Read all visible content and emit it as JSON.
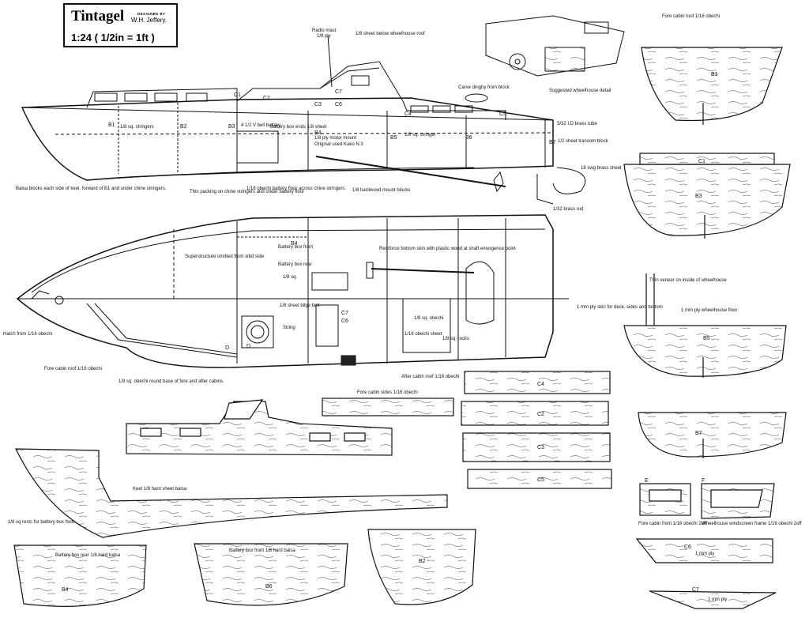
{
  "title_block": {
    "title": "Tintagel",
    "designed_by_label": "DESIGNED BY",
    "designer": "W.H. Jeffery.",
    "scale": "1:24  ( 1/2in = 1ft )"
  },
  "labels": {
    "radio_mast": "Radio mast",
    "radio_mast_ply": "1/8 ply",
    "sheet_below_wheelhouse": "1/8 sheet below wheelhouse roof",
    "carve_dinghy": "Carve dinghy from block",
    "suggested_wheelhouse": "Suggested wheelhouse detail",
    "fore_cabin_roof_top": "Fore cabin roof 1/16 obechi",
    "sq_stringers": "1/8 sq. stringers",
    "battery": "4 1/2 V bell battery.",
    "battery_box_ends": "Battery box ends 1/8 sheet",
    "motor_mount": "1/8 ply motor mount",
    "original_motor": "Original used Kako N.3",
    "sq_stringer": "1/8 sq. stringer",
    "brass_tube": "3/32 I.D brass tube",
    "transom_block": "1/2 sheet transom block",
    "brass_sheet": "18 swg brass sheet",
    "brass_rod": "1/32 brass rod",
    "balsa_blocks": "Balsa blocks each side of keel, forward of B1 and under chine stringers.",
    "packing": "Thin packing on chine stringers and under battery floor",
    "battery_floor": "1/16 obechi battery floor across chine stringers.",
    "hardwood_mount": "1/8 hardwood mount blocks",
    "superstructure": "Superstructure omitted from stbd side",
    "battery_box_front": "Battery box front",
    "battery_box_rear": "Battery box rear",
    "sq": "1/8 sq.",
    "reinforce": "Reinforce bottom skin with plastic wood at shaft emergence point",
    "hatch": "Hatch from 1/16 obechi",
    "sheet_bilge_belt": "1/8 sheet bilge belt",
    "string": "String",
    "sq_obechi": "1/8 sq. obechi",
    "obechi_sheet": "1/16 obechi sheet",
    "sq_rocks": "1/8 sq. rocks",
    "fore_cabin_roof": "Fore cabin roof 1/16 obechi",
    "round_bose": "1/8 sq. obechi round base of fore and after cabins.",
    "after_cabin_roof": "After cabin roof 1/16 obechi",
    "fore_cabin_sides": "Fore cabin sides 1/16 obechi",
    "thin_veneer": "Thin veneer on inside of wheelhouse",
    "ply_skin": "1 mm ply skin for deck, sides and bottom",
    "wheelhouse_floor": "1 mm ply wheelhouse floor",
    "keel": "Keel 1/8 hard sheet balsa",
    "sq_rests": "1/8 sq rests for battery box floor.",
    "bb_rear_bottom": "Battery box rear 1/8 hard balsa",
    "bb_front_bottom": "Battery box front 1/8 hard balsa",
    "fore_cabin_front": "Fore cabin front 1/16 obechi 2off",
    "windscreen": "Wheelhouse windscreen frame 1/16 obechi 2off",
    "ply_1mm": "1 mm ply",
    "ply_1mm_b": "1 mm ply"
  },
  "part_labels": {
    "b1": "B1",
    "c1": "C1",
    "b3": "B3",
    "b5": "B5",
    "b7": "B7",
    "c4": "C4",
    "c2": "C2",
    "c3": "C3",
    "c5": "C5",
    "c6": "C6",
    "c7": "C7",
    "b4": "B4",
    "b6": "B6",
    "b2": "B2",
    "d": "D",
    "e": "E",
    "f": "F",
    "side_b1": "B1",
    "side_b2": "B2",
    "side_b3": "B3",
    "side_b4": "B4",
    "side_b5": "B5",
    "side_b6": "B6",
    "side_b7": "B7",
    "side_c1": "C1",
    "side_c2": "C2",
    "side_c3": "C3",
    "side_c4": "C4",
    "side_c5": "C5",
    "side_c6": "C6",
    "side_c7": "C7",
    "plan_c7": "C7",
    "plan_c6": "C6",
    "plan_b4": "B4",
    "plan_d": "D"
  }
}
